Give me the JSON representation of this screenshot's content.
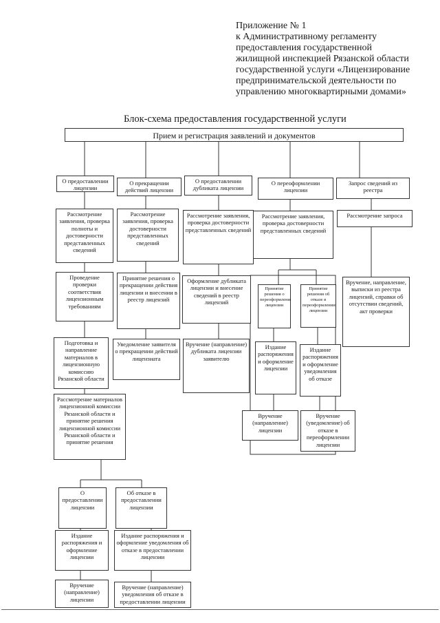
{
  "header": {
    "lines": [
      "Приложение № 1",
      "к Административному регламенту",
      "предоставления государственной",
      "жилищной инспекцией Рязанской области",
      "государственной услуги «Лицензирование",
      "предпринимательской деятельности по",
      "управлению многоквартирными домами»"
    ]
  },
  "scheme_title": "Блок-схема предоставления государственной услуги",
  "top_box": "Прием и регистрация заявлений и документов",
  "columns": [
    {
      "head": "О предоставлении лицензии",
      "steps": [
        "Рассмотрение заявления, проверка полноты и достоверности представленных сведений",
        "Проведение проверки соответствия лицензионным требованиям",
        "Подготовка и направление материалов в лицензионную комиссию Рязанской области"
      ]
    },
    {
      "head": "О прекращении действий лицензии",
      "steps": [
        "Рассмотрение заявления, проверка достоверности представленных сведений",
        "Принятие решения о прекращении действия лицензии и внесении в реестр лицензий",
        "Уведомление заявителя о прекращении действий лицензиата"
      ]
    },
    {
      "head": "О предоставлении дубликата лицензии",
      "steps": [
        "Рассмотрение заявления, проверка достоверности представленных сведений",
        "Оформление дубликата лицензии и внесение сведений в реестр лицензий",
        "Вручение (направление) дубликата лицензии заявителю"
      ]
    },
    {
      "head": "О переоформлении лицензии",
      "steps": [
        "Рассмотрение заявления, проверка достоверности представленных сведений"
      ],
      "branches": [
        {
          "decision": "Принятие решения о переоформлении лицензии",
          "order": "Издание распоряжения и оформление лицензии",
          "delivery": "Вручение (направление) лицензии"
        },
        {
          "decision": "Принятие решения об отказе в переоформлении лицензии",
          "order": "Издание распоряжения и оформление уведомления об отказе",
          "delivery": "Вручение (уведомление) об отказе в переоформлении лицензии"
        }
      ]
    },
    {
      "head": "Запрос сведений из реестра",
      "steps": [
        "Рассмотрение запроса",
        "Вручение, направление, выписки из реестра лицензий, справки об отсутствии сведений, акт проверки"
      ]
    }
  ],
  "commission": "Рассмотрение материалов лицензионной комиссии Рязанской области и принятие решения лицензионной комиссии Рязанской области и принятие решения",
  "outcomes": [
    {
      "decision": "О предоставлении лицензии",
      "order": "Издание распоряжения и оформление лицензии",
      "delivery": "Вручение (направление) лицензии"
    },
    {
      "decision": "Об отказе в предоставлении лицензии",
      "order": "Издание распоряжения и оформление уведомления об отказе в предоставлении лицензии",
      "delivery": "Вручение (направление) уведомления об отказе в предоставлении лицензии"
    }
  ]
}
